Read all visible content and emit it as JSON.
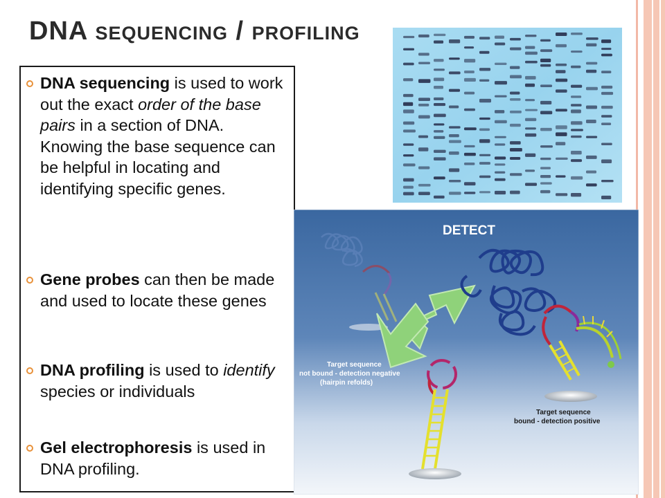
{
  "title": "DNA sequencing / profiling",
  "bullets": [
    {
      "parts": [
        {
          "text": "DNA sequencing",
          "style": "bold"
        },
        {
          "text": " is used to work out the exact ",
          "style": "normal"
        },
        {
          "text": "order of the base pairs",
          "style": "italic"
        },
        {
          "text": " in a section of DNA. Knowing the base sequence can be helpful in locating and identifying specific genes.",
          "style": "normal"
        }
      ]
    },
    {
      "parts": [
        {
          "text": "Gene probes",
          "style": "bold"
        },
        {
          "text": " can then be made and used to locate these genes",
          "style": "normal"
        }
      ]
    },
    {
      "parts": [
        {
          "text": "DNA profiling",
          "style": "bold"
        },
        {
          "text": " is used to ",
          "style": "normal"
        },
        {
          "text": "identify",
          "style": "italic"
        },
        {
          "text": " species or individuals",
          "style": "normal"
        }
      ]
    },
    {
      "parts": [
        {
          "text": "Gel electrophoresis",
          "style": "bold"
        },
        {
          "text": " is used in DNA profiling.",
          "style": "normal"
        }
      ]
    }
  ],
  "figure": {
    "heading": "DETECT",
    "caption_left": [
      "Target sequence",
      "not bound - detection negative",
      "(hairpin refolds)"
    ],
    "caption_right": [
      "Target sequence",
      "bound - detection positive"
    ]
  },
  "colors": {
    "bullet": "#e8913a",
    "title": "#2b2b2b",
    "side_stripe": "#f6c7b5",
    "gel_background": "#9fd7f0",
    "detect_background": "#3c6aa3",
    "arrow": "#8fd27a"
  }
}
